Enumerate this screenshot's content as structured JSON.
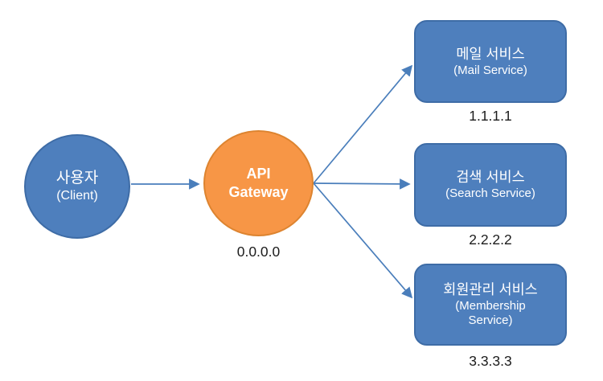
{
  "diagram": {
    "client": {
      "label_ko": "사용자",
      "label_en": "(Client)"
    },
    "gateway": {
      "label_line1": "API",
      "label_line2": "Gateway",
      "ip": "0.0.0.0"
    },
    "services": [
      {
        "label_ko": "메일 서비스",
        "label_en": "(Mail Service)",
        "ip": "1.1.1.1"
      },
      {
        "label_ko": "검색 서비스",
        "label_en": "(Search Service)",
        "ip": "2.2.2.2"
      },
      {
        "label_ko": "회원관리 서비스",
        "label_en": "(Membership Service)",
        "ip": "3.3.3.3"
      }
    ],
    "colors": {
      "node_blue": "#4e7fbd",
      "node_blue_border": "#3e6ca6",
      "gateway_orange": "#f79646",
      "gateway_orange_border": "#dd8430",
      "arrow": "#4a7ebb"
    }
  }
}
